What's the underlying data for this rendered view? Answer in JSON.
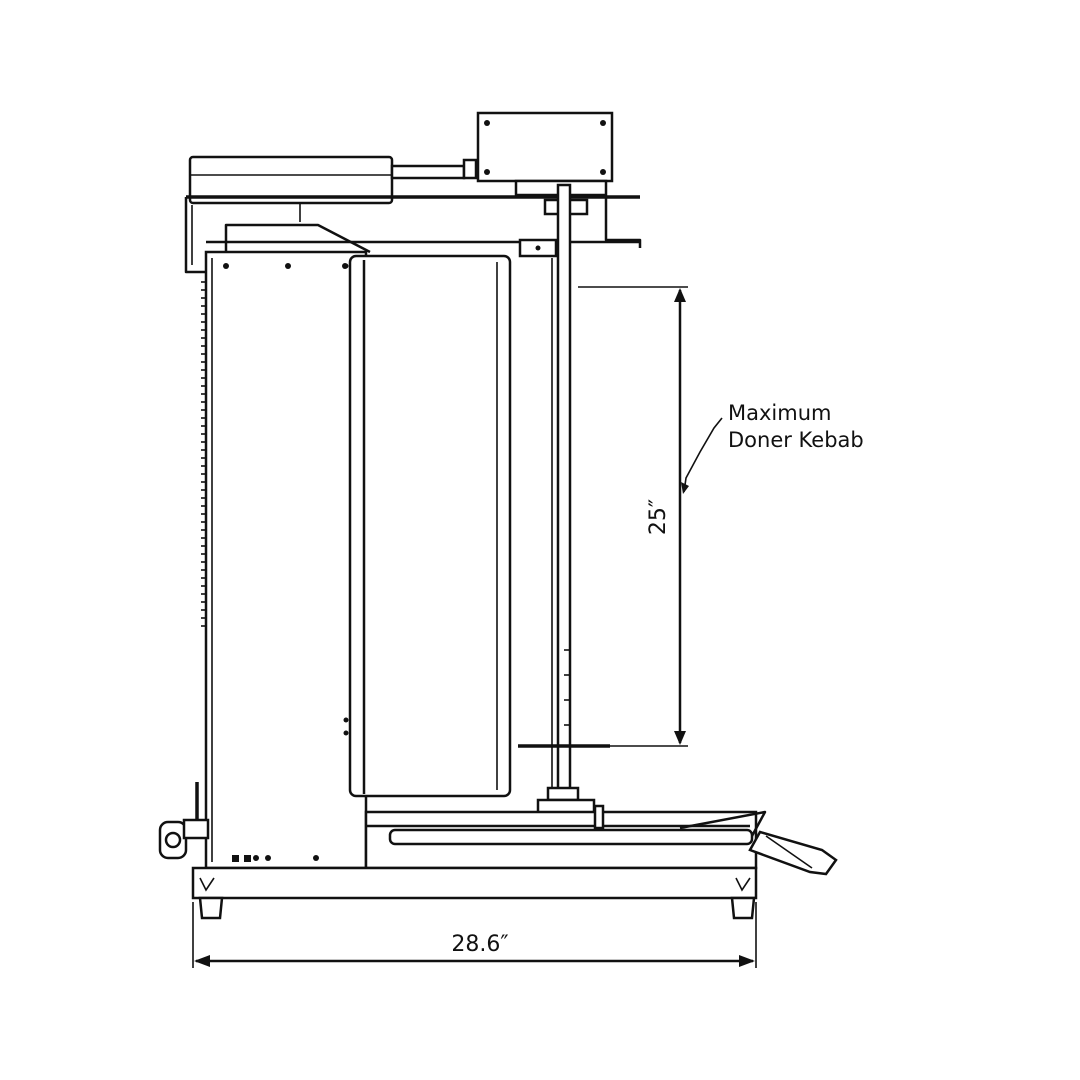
{
  "diagram": {
    "callout": {
      "line1": "Maximum",
      "line2": "Doner Kebab"
    },
    "dimensions": {
      "width": "28.6″",
      "height": "25″"
    },
    "line_color": "#111111",
    "background": "#ffffff"
  }
}
